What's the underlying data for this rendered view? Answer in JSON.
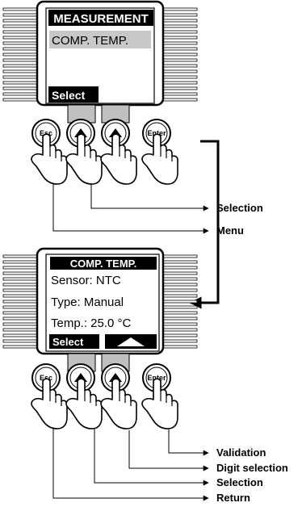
{
  "top_display": {
    "title": "MEASUREMENT",
    "item": "COMP. TEMP.",
    "softkey": "Select"
  },
  "bottom_display": {
    "title": "COMP. TEMP.",
    "line1": "Sensor: NTC",
    "line2": "Type: Manual",
    "line3": "Temp.: 25.0 °C",
    "softkey": "Select"
  },
  "keys": {
    "esc": "Esc",
    "enter": "Enter"
  },
  "top_labels": {
    "selection": "Selection",
    "menu": "Menu"
  },
  "bottom_labels": {
    "validation": "Validation",
    "digit_selection": "Digit selection",
    "selection": "Selection",
    "return": "Return"
  },
  "colors": {
    "highlight": "#c8c8c8",
    "ink": "#000000",
    "key_gray": "#c0c0c0"
  }
}
